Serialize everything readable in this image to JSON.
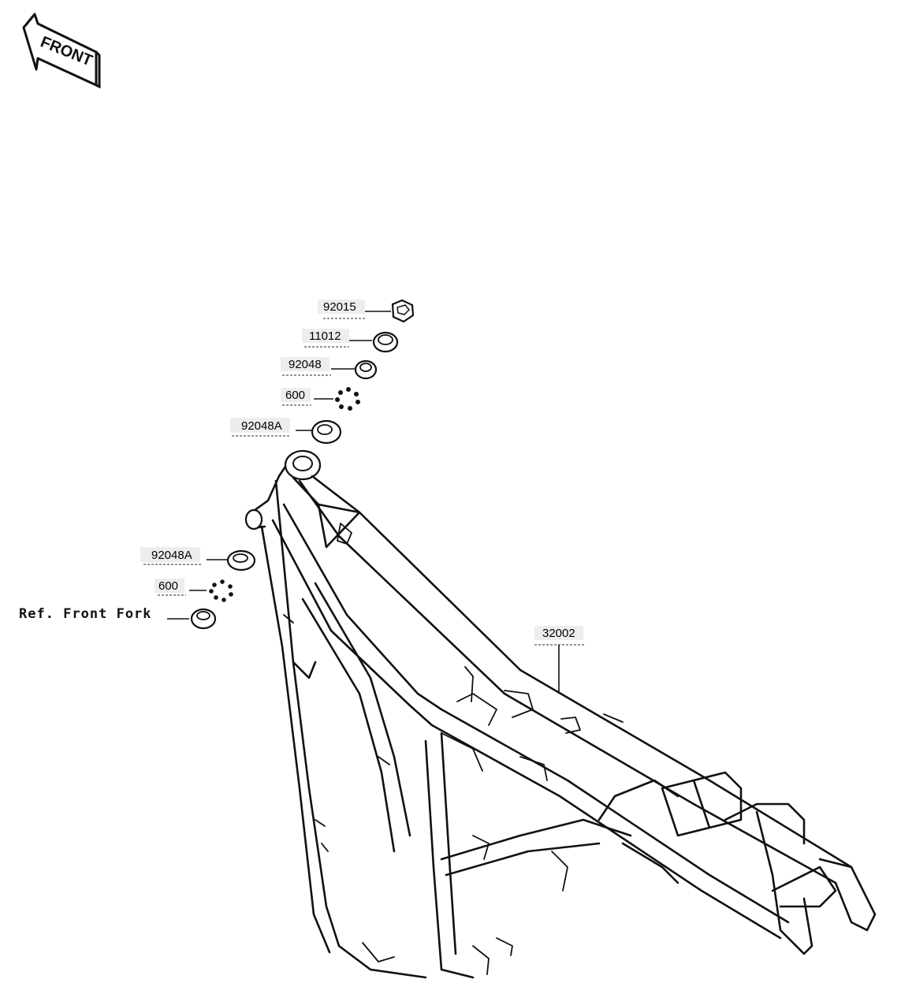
{
  "front_badge": {
    "text": "FRONT"
  },
  "parts": {
    "p92015": "92015",
    "p11012": "11012",
    "p92048": "92048",
    "p600_upper": "600",
    "p92048A_upper": "92048A",
    "p92048A_lower": "92048A",
    "p600_lower": "600",
    "p32002": "32002"
  },
  "ref_note": "Ref. Front Fork"
}
